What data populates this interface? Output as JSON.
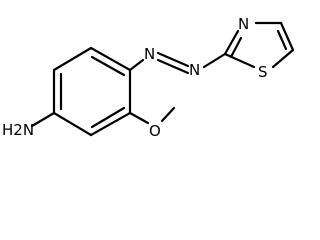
{
  "molecule": {
    "atom_labels": {
      "amine": "H2N",
      "azo_n_upper": "N",
      "azo_n_lower": "N",
      "thiazole_n": "N",
      "thiazole_s": "S",
      "methoxy_o": "O"
    },
    "colors": {
      "bond": "#000000",
      "text": "#000000",
      "background": "#ffffff"
    }
  }
}
